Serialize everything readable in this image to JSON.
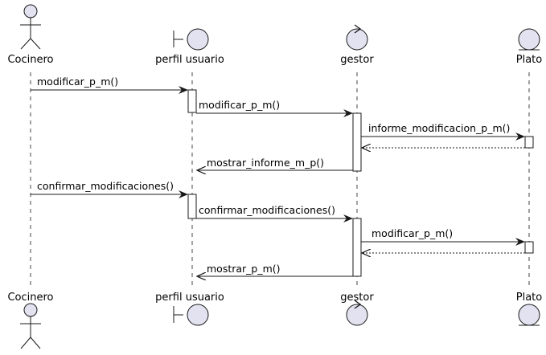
{
  "diagram": {
    "type": "sequence",
    "participants": [
      {
        "id": "cocinero",
        "name": "Cocinero",
        "kind": "actor"
      },
      {
        "id": "perfil",
        "name": "perfil usuario",
        "kind": "boundary"
      },
      {
        "id": "gestor",
        "name": "gestor",
        "kind": "control"
      },
      {
        "id": "plato",
        "name": "Plato",
        "kind": "entity"
      }
    ],
    "messages": [
      {
        "from": "cocinero",
        "to": "perfil",
        "label": "modificar_p_m()",
        "style": "sync"
      },
      {
        "from": "perfil",
        "to": "gestor",
        "label": "modificar_p_m()",
        "style": "sync"
      },
      {
        "from": "gestor",
        "to": "plato",
        "label": "informe_modificacion_p_m()",
        "style": "sync"
      },
      {
        "from": "plato",
        "to": "gestor",
        "label": "",
        "style": "return"
      },
      {
        "from": "gestor",
        "to": "perfil",
        "label": "mostrar_informe_m_p()",
        "style": "sync"
      },
      {
        "from": "cocinero",
        "to": "perfil",
        "label": "confirmar_modificaciones()",
        "style": "sync"
      },
      {
        "from": "perfil",
        "to": "gestor",
        "label": "confirmar_modificaciones()",
        "style": "sync"
      },
      {
        "from": "gestor",
        "to": "plato",
        "label": "modificar_p_m()",
        "style": "sync"
      },
      {
        "from": "plato",
        "to": "gestor",
        "label": "",
        "style": "return"
      },
      {
        "from": "gestor",
        "to": "perfil",
        "label": "mostrar_p_m()",
        "style": "sync"
      }
    ],
    "colors": {
      "participant_fill": "#E2E2F0",
      "participant_stroke": "#181818",
      "line": "#181818",
      "lifeline": "#181818",
      "activation_fill": "#FFFFFF",
      "background": "#FFFFFF"
    }
  }
}
